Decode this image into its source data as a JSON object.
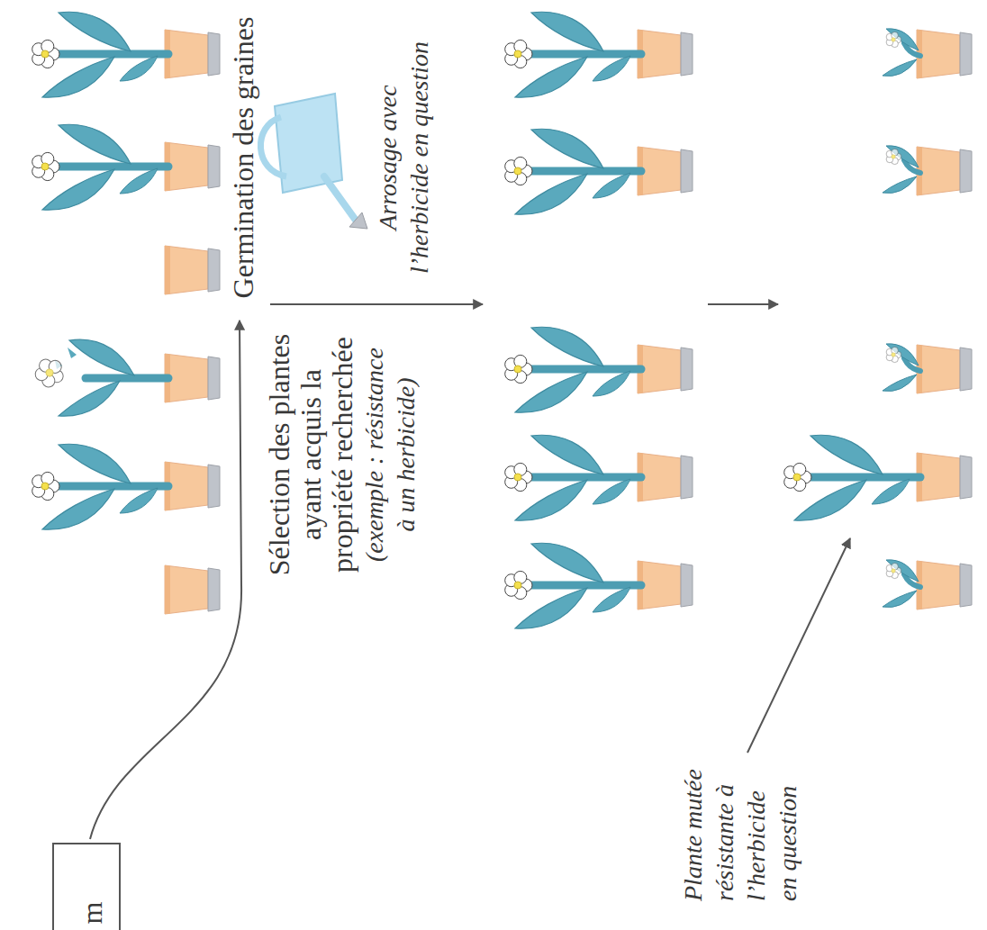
{
  "diagram": {
    "nodes": [
      {
        "text": [
          "m"
        ]
      }
    ],
    "labels": [
      "Germination des graines",
      "Sélection des plantes ayant acquis la propriété recherchée",
      "(exemple : résistance à un herbicide)",
      "Arrosage avec l’herbicide en question",
      "Plante mutée résistante à l’herbicide en question"
    ]
  }
}
